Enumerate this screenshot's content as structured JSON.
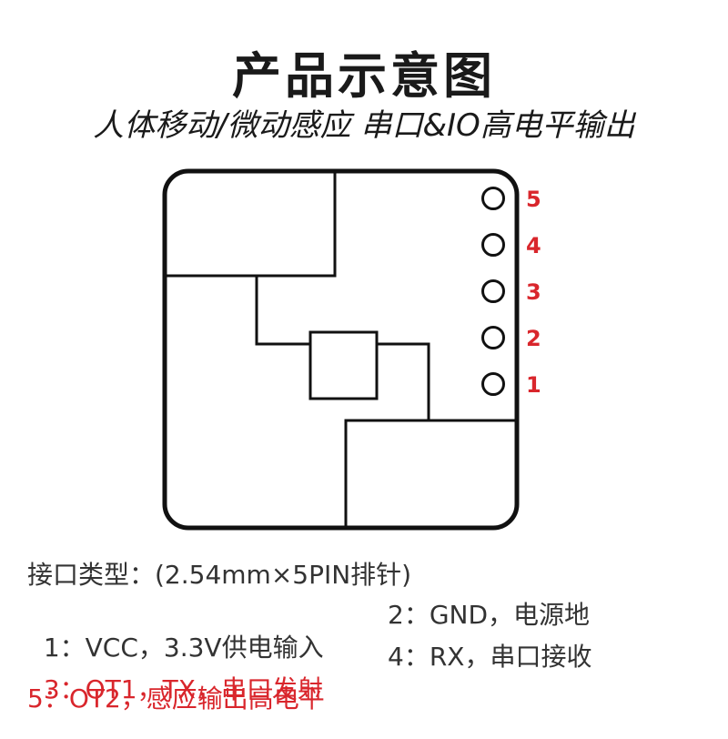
{
  "title": "产品示意图",
  "subtitle": "人体移动/微动感应 串口&IO高电平输出",
  "colors": {
    "text_dark": "#333333",
    "accent_red": "#d9262c",
    "outline": "#111111"
  },
  "pins": [
    {
      "number": "5"
    },
    {
      "number": "4"
    },
    {
      "number": "3"
    },
    {
      "number": "2"
    },
    {
      "number": "1"
    }
  ],
  "info": {
    "interface": "接口类型：(2.54mm×5PIN排针)",
    "line1": {
      "left": "1：VCC，3.3V供电输入",
      "right": "2：GND，电源地"
    },
    "line2": {
      "left": "3：OT1，TX，串口发射",
      "right": "4：RX，串口接收"
    },
    "line3": {
      "left": "5：OT2，感应输出高电平"
    }
  }
}
